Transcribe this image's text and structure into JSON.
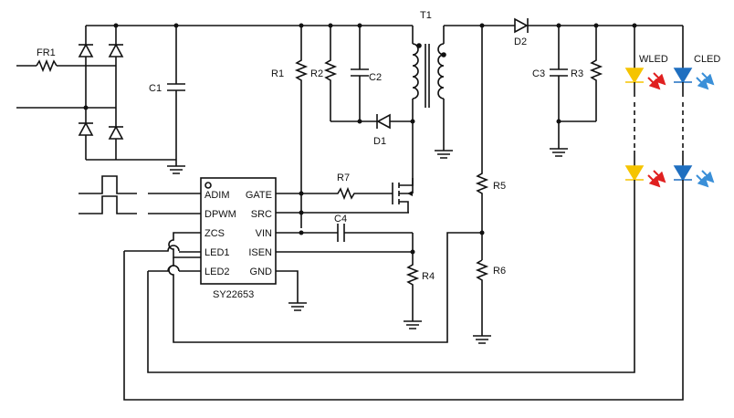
{
  "labels": {
    "fr1": "FR1",
    "c1": "C1",
    "r1": "R1",
    "r2": "R2",
    "c2": "C2",
    "d1": "D1",
    "t1": "T1",
    "d2": "D2",
    "c3": "C3",
    "r3": "R3",
    "wled": "WLED",
    "cled": "CLED",
    "r7": "R7",
    "c4": "C4",
    "r4": "R4",
    "r5": "R5",
    "r6": "R6"
  },
  "ic": {
    "name": "SY22653",
    "pins_left": [
      "ADIM",
      "DPWM",
      "ZCS",
      "LED1",
      "LED2"
    ],
    "pins_right": [
      "GATE",
      "SRC",
      "VIN",
      "ISEN",
      "GND"
    ]
  },
  "colors": {
    "wire": "#111111",
    "wled_diode": "#f5c400",
    "cled_diode": "#1f6fc0",
    "wled_arrow": "#e02020",
    "cled_arrow": "#3a8fd8"
  }
}
